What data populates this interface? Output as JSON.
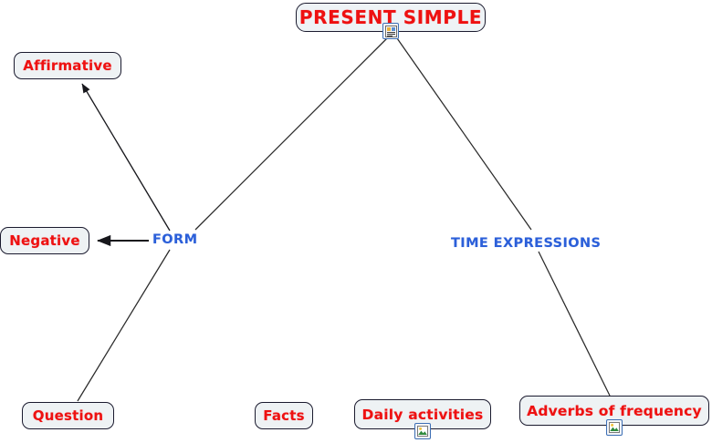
{
  "diagram": {
    "title": "PRESENT SIMPLE",
    "background_color": "#ffffff",
    "node_fill": "#eef2f4",
    "node_border": "#1a1a2e",
    "topic_text_color": "#ee1111",
    "label_text_color": "#2b5fd9",
    "edge_color": "#2a2a2a"
  },
  "nodes": [
    {
      "id": "root",
      "label": "PRESENT SIMPLE",
      "type": "root-topic",
      "icon": "document-note-icon"
    },
    {
      "id": "affirmative",
      "label": "Affirmative",
      "type": "topic",
      "icon": null
    },
    {
      "id": "negative",
      "label": "Negative",
      "type": "topic",
      "icon": null
    },
    {
      "id": "question",
      "label": "Question",
      "type": "topic",
      "icon": null
    },
    {
      "id": "facts",
      "label": "Facts",
      "type": "topic",
      "icon": null
    },
    {
      "id": "daily-activities",
      "label": "Daily activities",
      "type": "topic",
      "icon": "picture-icon"
    },
    {
      "id": "adverbs-of-frequency",
      "label": "Adverbs of frequency",
      "type": "topic",
      "icon": "picture-icon"
    }
  ],
  "relationship_labels": [
    {
      "id": "form",
      "label": "FORM"
    },
    {
      "id": "time-expressions",
      "label": "TIME EXPRESSIONS"
    }
  ],
  "connections": [
    {
      "from": "root",
      "to": "form",
      "arrow": false
    },
    {
      "from": "form",
      "to": "affirmative",
      "arrow": true
    },
    {
      "from": "form",
      "to": "negative",
      "arrow": true
    },
    {
      "from": "form",
      "to": "question",
      "arrow": false
    },
    {
      "from": "root",
      "to": "time-expressions",
      "arrow": false
    },
    {
      "from": "time-expressions",
      "to": "adverbs-of-frequency",
      "arrow": false
    }
  ]
}
